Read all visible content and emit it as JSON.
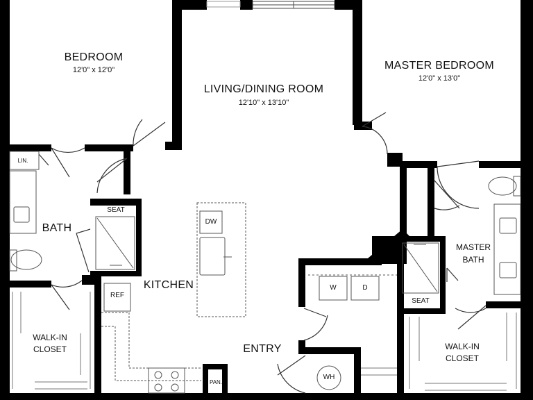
{
  "rooms": {
    "bedroom": {
      "name": "BEDROOM",
      "size": "12'0\" x 12'0\""
    },
    "living": {
      "name": "LIVING/DINING ROOM",
      "size": "12'10\" x 13'10\""
    },
    "master_bedroom": {
      "name": "MASTER BEDROOM",
      "size": "12'0\" x 13'0\""
    },
    "bath": "BATH",
    "kitchen": "KITCHEN",
    "entry": "ENTRY",
    "master_bath": {
      "line1": "MASTER",
      "line2": "BATH"
    },
    "walkin_left": {
      "line1": "WALK-IN",
      "line2": "CLOSET"
    },
    "walkin_right": {
      "line1": "WALK-IN",
      "line2": "CLOSET"
    }
  },
  "fixtures": {
    "linen": "LIN.",
    "seat_left": "SEAT",
    "seat_right": "SEAT",
    "dishwasher": "DW",
    "refrigerator": "REF",
    "washer": "W",
    "dryer": "D",
    "water_heater": "WH",
    "pantry": "PAN."
  },
  "colors": {
    "wall": "#000000",
    "line": "#555555",
    "background": "#ffffff"
  }
}
